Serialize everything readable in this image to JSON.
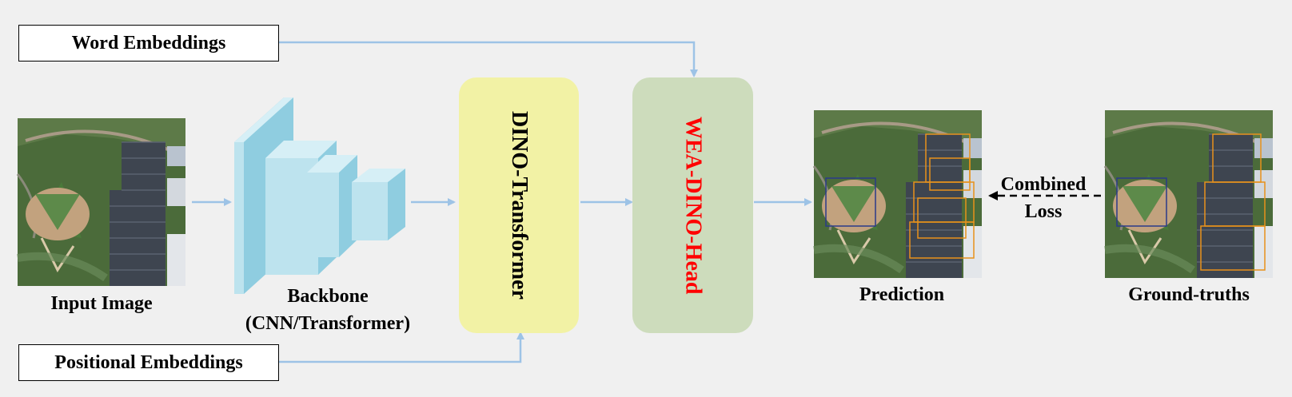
{
  "embeddings": {
    "word": "Word Embeddings",
    "positional": "Positional Embeddings"
  },
  "images": {
    "input_label": "Input Image",
    "prediction_label": "Prediction",
    "ground_truth_label": "Ground-truths"
  },
  "backbone": {
    "line1": "Backbone",
    "line2": "(CNN/Transformer)"
  },
  "transformer": {
    "label": "DINO-Transformer",
    "color": "#f2f2a5"
  },
  "head": {
    "label": "WEA-DINO-Head",
    "color": "#cddcbc",
    "text_color": "#ff0000"
  },
  "loss": {
    "line1": "Combined",
    "line2": "Loss"
  },
  "colors": {
    "arrow": "#9dc3e6",
    "cube_front": "#bde3ee",
    "cube_side": "#8fcde0",
    "cube_top": "#d6eff6",
    "pred_box": "#e8911a",
    "aerial_grass": "#4b6b3a",
    "aerial_roof": "#3e4550"
  }
}
